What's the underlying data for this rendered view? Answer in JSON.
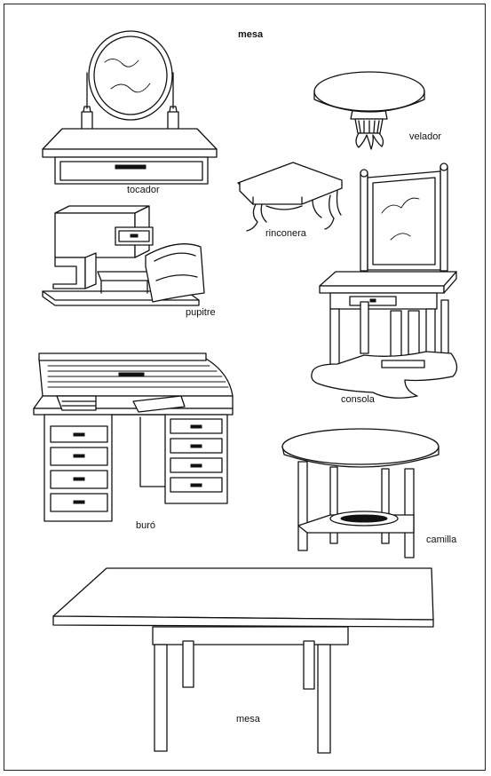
{
  "title": "mesa",
  "items": [
    {
      "id": "tocador",
      "label": "tocador"
    },
    {
      "id": "velador",
      "label": "velador"
    },
    {
      "id": "rinconera",
      "label": "rinconera"
    },
    {
      "id": "pupitre",
      "label": "pupitre"
    },
    {
      "id": "consola",
      "label": "consola"
    },
    {
      "id": "buro",
      "label": "buró"
    },
    {
      "id": "camilla",
      "label": "camilla"
    },
    {
      "id": "mesa",
      "label": "mesa"
    }
  ],
  "colors": {
    "ink": "#111111",
    "paper": "#ffffff"
  }
}
